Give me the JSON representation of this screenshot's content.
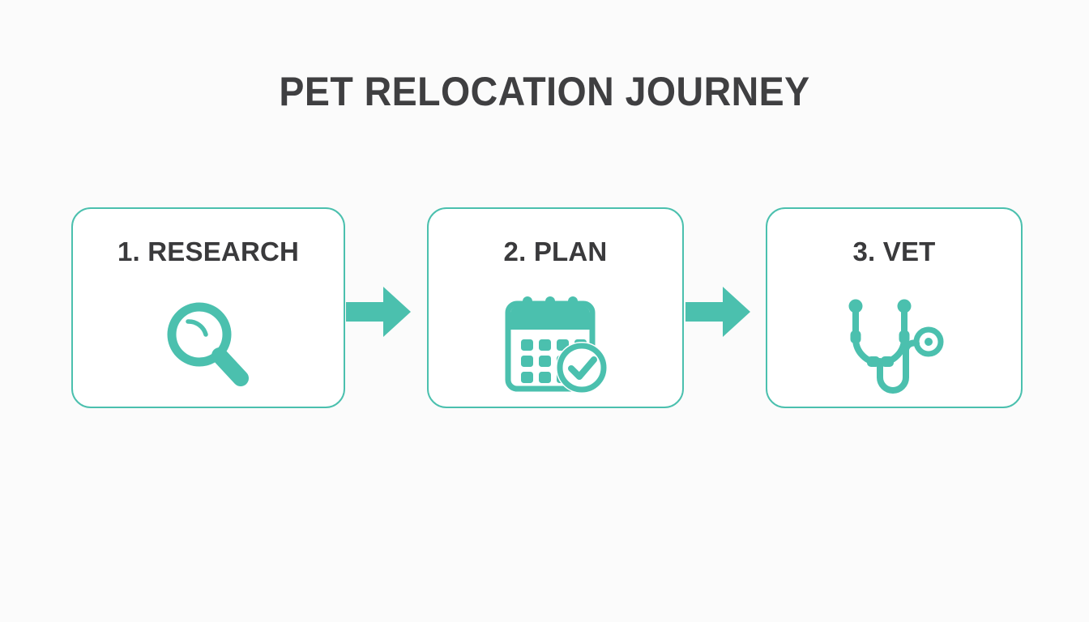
{
  "page": {
    "title": "PET RELOCATION JOURNEY",
    "background_color": "#fbfbfb",
    "accent_color": "#4bc0ae",
    "text_color": "#3a3a3c",
    "card_background": "#ffffff"
  },
  "diagram": {
    "type": "horizontal-process-flow",
    "step_count": 3,
    "connector": "right-arrow",
    "steps": [
      {
        "number": "1.",
        "label": "1. RESEARCH",
        "name": "research",
        "icon": "magnifying-glass-icon"
      },
      {
        "number": "2.",
        "label": "2. PLAN",
        "name": "plan",
        "icon": "calendar-check-icon"
      },
      {
        "number": "3.",
        "label": "3. VET",
        "name": "vet",
        "icon": "stethoscope-icon"
      }
    ],
    "connectors": [
      {
        "name": "arrow-step1-to-step2",
        "icon": "right-arrow-icon"
      },
      {
        "name": "arrow-step2-to-step3",
        "icon": "right-arrow-icon"
      }
    ]
  }
}
